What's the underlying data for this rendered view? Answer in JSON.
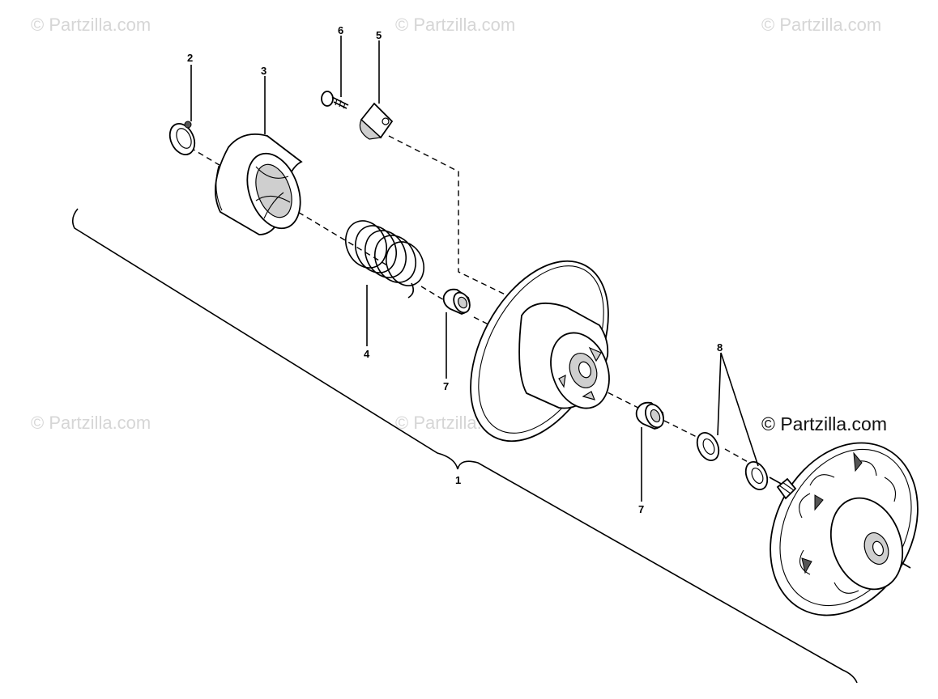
{
  "watermarks": {
    "top_left": "© Partzilla.com",
    "top_center": "© Partzilla.com",
    "top_right": "© Partzilla.com",
    "mid_left": "© Partzilla.com",
    "mid_center": "© Partzilla.com",
    "mid_right": "© Partzilla.com"
  },
  "callouts": {
    "c1": "1",
    "c2": "2",
    "c3": "3",
    "c4": "4",
    "c5": "5",
    "c6": "6",
    "c7a": "7",
    "c7b": "7",
    "c8": "8"
  },
  "colors": {
    "line": "#000000",
    "watermark_faint": "#d6d6d6",
    "watermark_strong": "#111111"
  }
}
